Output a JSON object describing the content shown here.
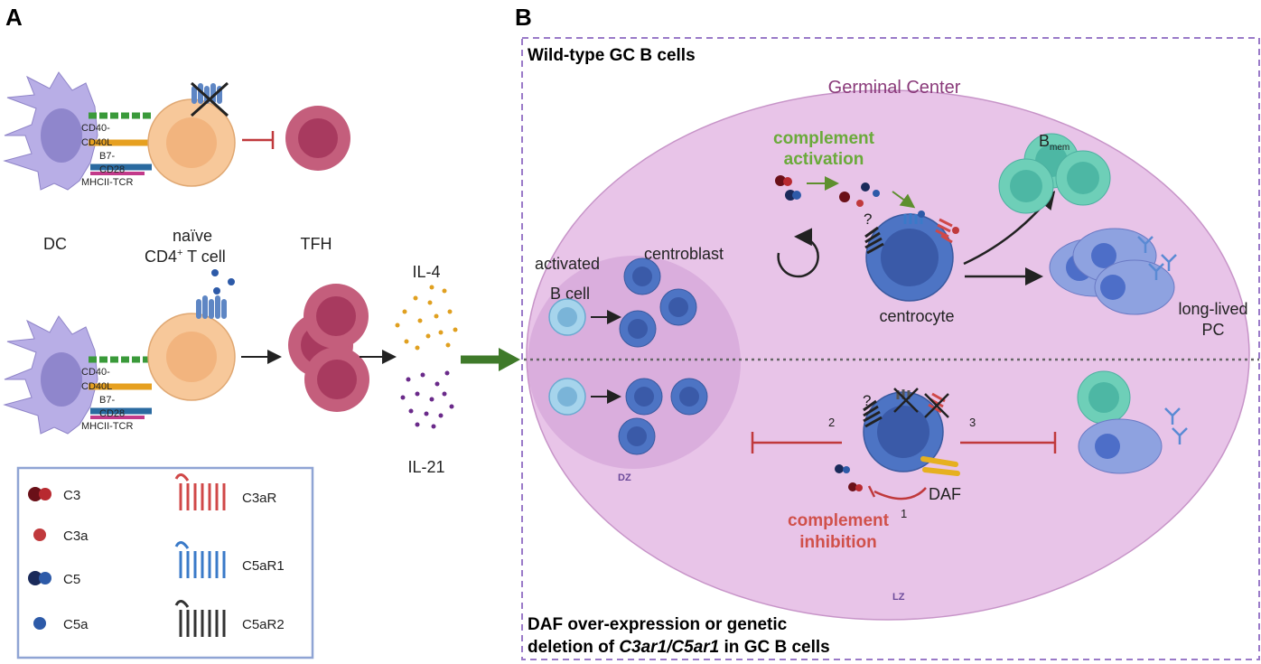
{
  "panels": {
    "a": "A",
    "b": "B"
  },
  "panel_a": {
    "interactions": [
      "CD40-",
      "CD40L",
      "B7-",
      "CD28",
      "MHCII-TCR"
    ],
    "dc_label": "DC",
    "tcell_label_line1": "naïve",
    "tcell_label_line2": "CD4",
    "tcell_label_sup": "+",
    "tcell_label_tail": " T cell",
    "tfh_label": "TFH",
    "il4": "IL-4",
    "il21": "IL-21"
  },
  "legend": {
    "c3": "C3",
    "c3a": "C3a",
    "c5": "C5",
    "c5a": "C5a",
    "c3ar": "C3aR",
    "c5ar1": "C5aR1",
    "c5ar2": "C5aR2"
  },
  "panel_b": {
    "title_top": "Wild-type GC B cells",
    "germinal_center": "Germinal Center",
    "complement_activation_1": "complement",
    "complement_activation_2": "activation",
    "bmem_base": "B",
    "bmem_sub": "mem",
    "activated_1": "activated",
    "activated_2": "B cell",
    "centroblast": "centroblast",
    "centrocyte": "centrocyte",
    "question": "?",
    "long_lived_1": "long-lived",
    "long_lived_2": "PC",
    "dz": "DZ",
    "lz": "LZ",
    "daf": "DAF",
    "num1": "1",
    "num2": "2",
    "num3": "3",
    "complement_inhibition_1": "complement",
    "complement_inhibition_2": "inhibition",
    "bottom_1": "DAF over-expression or genetic",
    "bottom_2a": "deletion of ",
    "bottom_2b": "C3ar1/C5ar1",
    "bottom_2c": " in GC B cells"
  },
  "colors": {
    "dc": "#b8aee6",
    "tcell": "#f7c89a",
    "tfh": "#b44a6b",
    "gc_oval": "#e7c3e7",
    "bcell": "#4d74c4",
    "bmem": "#6ecfb8",
    "green_arrow": "#3f7a2a",
    "inhibit_red": "#c0393c"
  }
}
